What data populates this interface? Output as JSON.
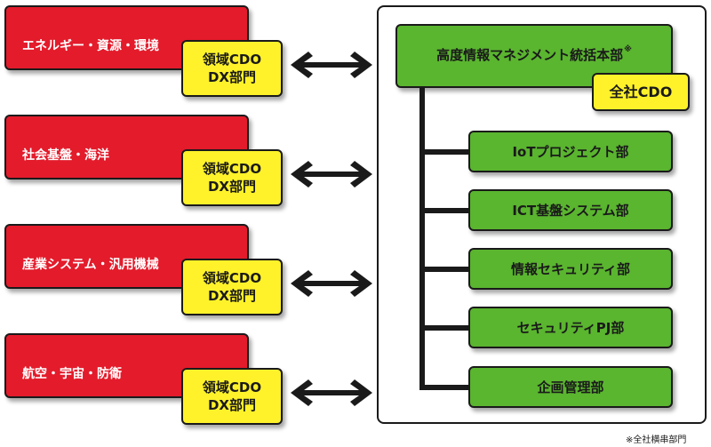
{
  "business_domains": [
    {
      "label": "エネルギー・資源・環境",
      "cdo_line1": "領域CDO",
      "cdo_line2": "DX部門"
    },
    {
      "label": "社会基盤・海洋",
      "cdo_line1": "領域CDO",
      "cdo_line2": "DX部門"
    },
    {
      "label": "産業システム・汎用機械",
      "cdo_line1": "領域CDO",
      "cdo_line2": "DX部門"
    },
    {
      "label": "航空・宇宙・防衛",
      "cdo_line1": "領域CDO",
      "cdo_line2": "DX部門"
    }
  ],
  "headquarters": {
    "label": "高度情報マネジメント統括本部",
    "note_mark": "※",
    "cdo_label": "全社CDO"
  },
  "departments": [
    "IoTプロジェクト部",
    "ICT基盤システム部",
    "情報セキュリティ部",
    "セキュリティPJ部",
    "企画管理部"
  ],
  "footnote": "※全社横串部門",
  "colors": {
    "domain_red": "#e31b2b",
    "cdo_yellow": "#fff22a",
    "department_green": "#5ab52f",
    "outline": "#1a1a1a"
  }
}
